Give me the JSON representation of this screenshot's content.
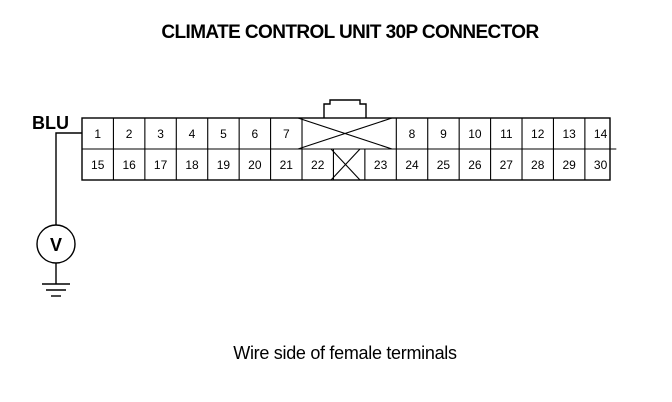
{
  "title": "CLIMATE CONTROL UNIT 30P CONNECTOR",
  "wire_label": "BLU",
  "meter_symbol": "V",
  "caption": "Wire side of female terminals",
  "connector": {
    "top_left_pins": [
      "1",
      "2",
      "3",
      "4",
      "5",
      "6",
      "7"
    ],
    "top_right_pins": [
      "8",
      "9",
      "10",
      "11",
      "12",
      "13",
      "14"
    ],
    "bottom_left_pins": [
      "15",
      "16",
      "17",
      "18",
      "19",
      "20",
      "21",
      "22"
    ],
    "bottom_right_pins": [
      "23",
      "24",
      "25",
      "26",
      "27",
      "28",
      "29",
      "30"
    ]
  },
  "colors": {
    "line": "#000000",
    "background": "#ffffff"
  }
}
